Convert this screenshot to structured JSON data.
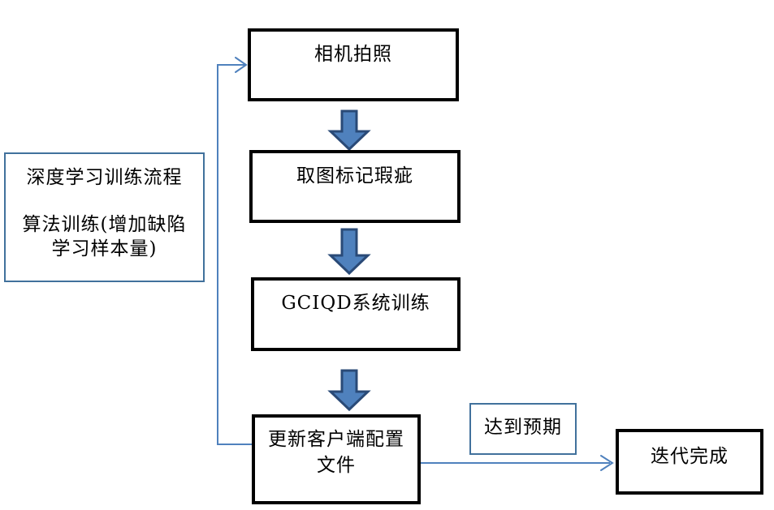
{
  "colors": {
    "background": "#ffffff",
    "text": "#000000",
    "node-border": "#000000",
    "box-border-blue": "#41719c",
    "line-blue": "#4f81bd",
    "arrow-fill": "#4f81bd",
    "arrow-stroke": "#2a4a77"
  },
  "side_panel": {
    "line1": "深度学习训练流程",
    "line2": "算法训练(增加缺陷",
    "line3": "学习样本量)"
  },
  "flow": {
    "step1": "相机拍照",
    "step2": "取图标记瑕疵",
    "step3": "GCIQD系统训练",
    "step4_line1": "更新客户端配置",
    "step4_line2": "文件",
    "condition_label": "达到预期",
    "result": "迭代完成"
  }
}
